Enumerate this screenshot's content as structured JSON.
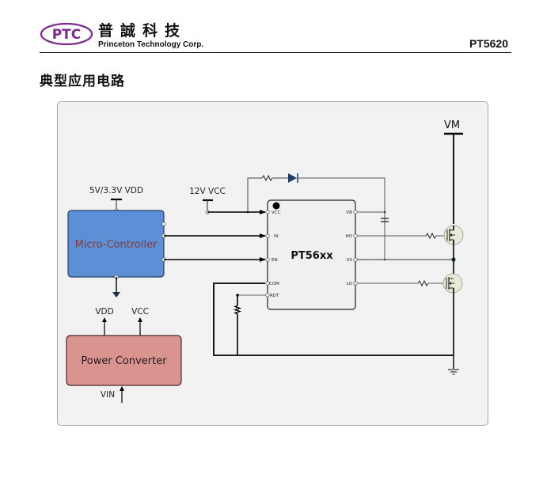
{
  "header": {
    "logo_text": "PTC",
    "company_cn": "普誠科技",
    "company_en": "Princeton Technology Corp.",
    "part_number": "PT5620"
  },
  "section": {
    "title": "典型应用电路"
  },
  "diagram": {
    "blocks": {
      "mcu": {
        "label": "Micro-Controller",
        "fill": "#5b8fd6",
        "text_color": "#8b3a3a"
      },
      "power": {
        "label": "Power Converter",
        "fill": "#d99490",
        "text_color": "#2a1a1a"
      },
      "ic": {
        "label": "PT56xx",
        "fill": "#f0f0f2"
      }
    },
    "rails": {
      "vdd_top": "5V/3.3V VDD",
      "vcc_12v": "12V VCC",
      "vm": "VM"
    },
    "power_labels": {
      "vdd": "VDD",
      "vcc": "VCC",
      "vin": "VIN"
    },
    "ic_pins_left": [
      "VCC",
      "IN",
      "EN",
      "COM",
      "RDT"
    ],
    "ic_pins_right": [
      "VB",
      "HO",
      "VS",
      "LO"
    ],
    "colors": {
      "wire": "#000000",
      "thin_wire": "#555555",
      "diode": "#1f3c66",
      "mosfet_fill": "#e8ead8",
      "node": "#1f2f4f"
    }
  }
}
